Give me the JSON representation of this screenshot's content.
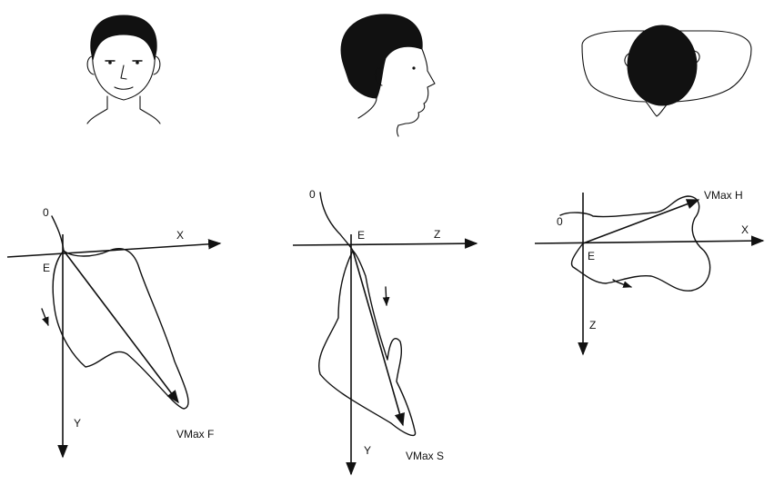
{
  "panels": [
    {
      "id": "frontal",
      "view_icon": "face-front-icon",
      "axis_labels": {
        "horizontal": "X",
        "vertical": "Y"
      },
      "origin_label": "0",
      "point_label": "E",
      "vector_label": "VMax F"
    },
    {
      "id": "sagittal",
      "view_icon": "face-profile-icon",
      "axis_labels": {
        "horizontal": "Z",
        "vertical": "Y"
      },
      "origin_label": "0",
      "point_label": "E",
      "vector_label": "VMax S"
    },
    {
      "id": "horizontal",
      "view_icon": "head-top-icon",
      "axis_labels": {
        "horizontal": "X",
        "vertical": "Z"
      },
      "origin_label": "0",
      "point_label": "E",
      "vector_label": "VMax H"
    }
  ]
}
